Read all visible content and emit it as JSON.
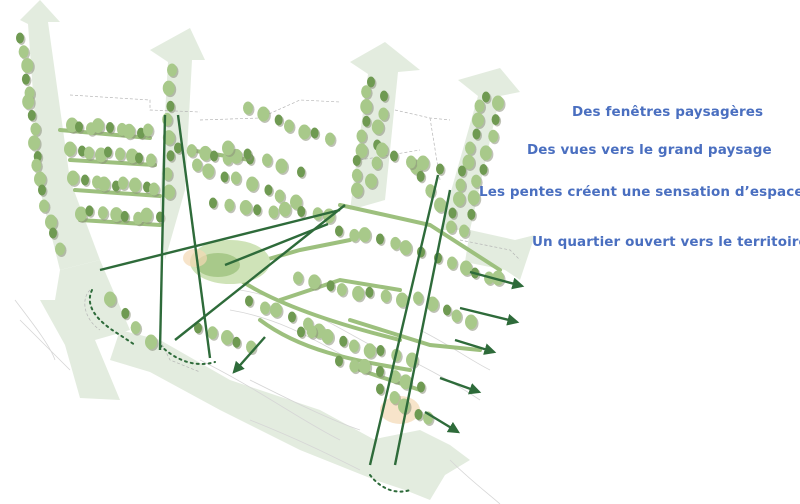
{
  "captions": [
    "Des fenêtres paysagères",
    "Des vues vers le grand paysage",
    "Les pentes créent une sensation d’espace",
    "Un quartier ouvert vers le territoire"
  ],
  "colors": {
    "caption_text": "#4a6fc0",
    "view_line": "#2e6b3a",
    "green_corridor": "#e3ecdf",
    "tree_light": "#a8c98a",
    "tree_dark": "#6f9a52",
    "tree_shadow": "#8a8f7a",
    "park_fill": "#cfe3b8",
    "path_line": "#c8c8c8"
  },
  "icons": {
    "view_arrow": "arrow-head-icon",
    "tree": "tree-icon"
  }
}
